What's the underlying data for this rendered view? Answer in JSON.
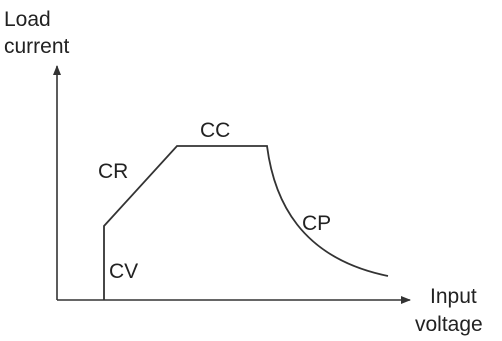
{
  "diagram": {
    "y_axis": {
      "line1": "Load",
      "line2": "current"
    },
    "x_axis": {
      "line1": "Input",
      "line2": "voltage"
    },
    "regions": {
      "cr": "CR",
      "cc": "CC",
      "cp": "CP",
      "cv": "CV"
    },
    "colors": {
      "line": "#333333",
      "text": "#222222",
      "background": "#ffffff"
    }
  }
}
